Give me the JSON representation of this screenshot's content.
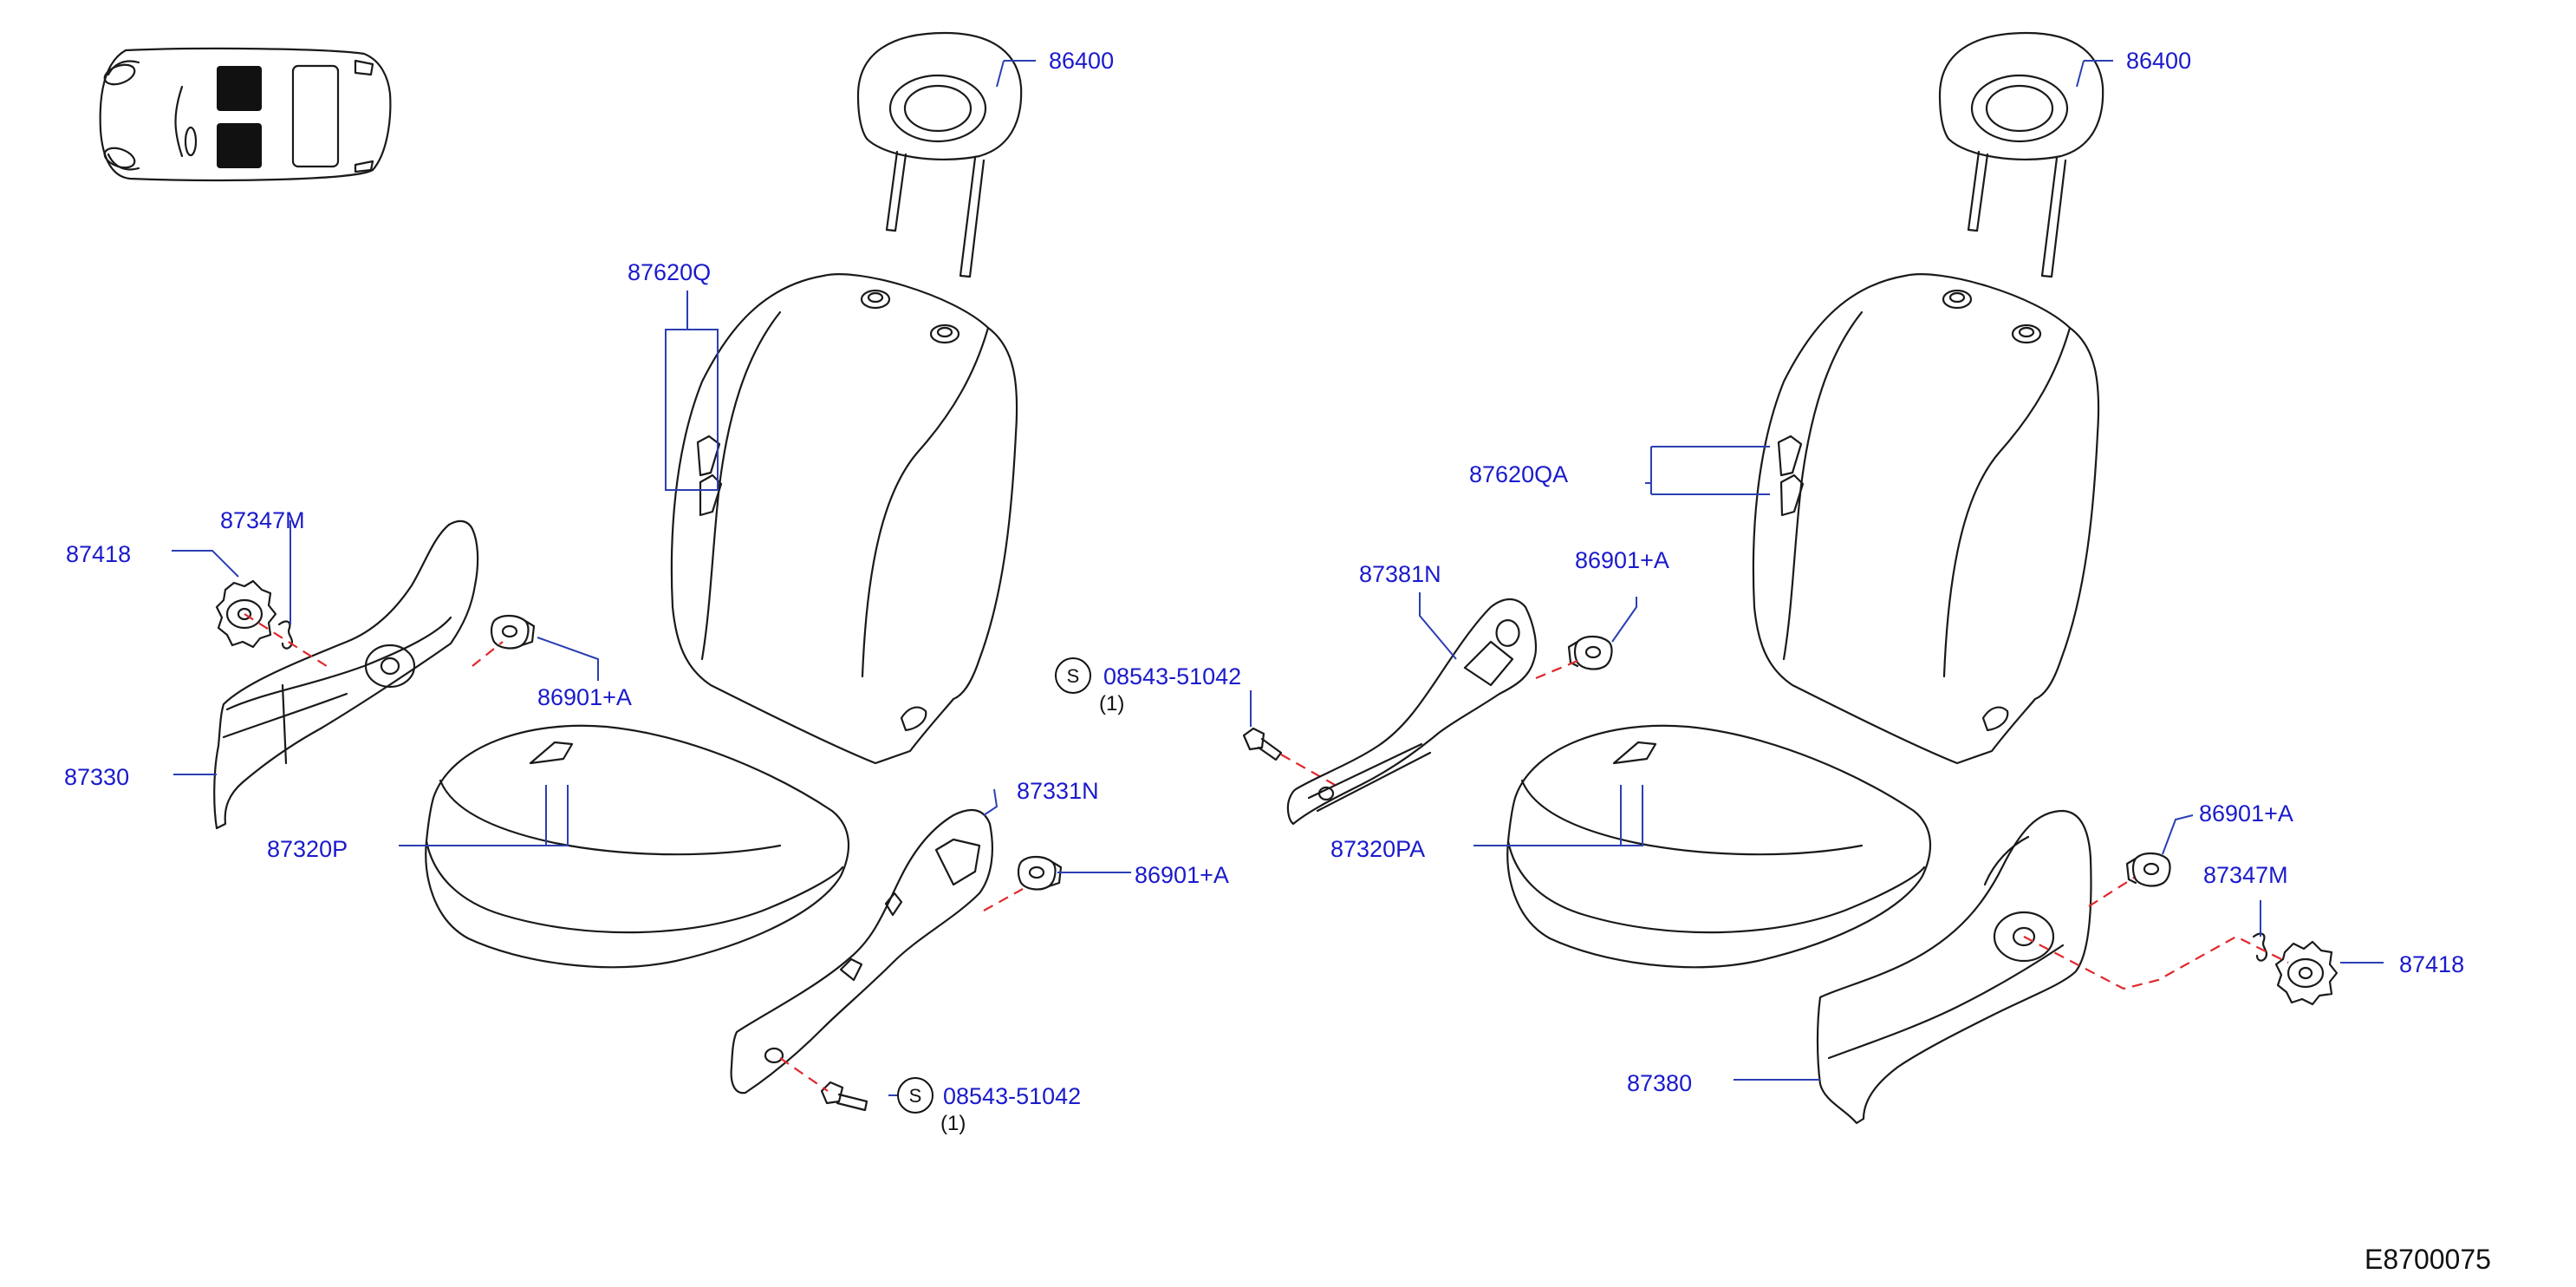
{
  "labels": {
    "headrest_left": "86400",
    "headrest_right": "86400",
    "back_trim_left": "87620Q",
    "back_trim_right": "87620QA",
    "knob_left": "87418",
    "clip_knob_left": "87347M",
    "finisher_left": "87330",
    "clip_left_outer": "86901+A",
    "cushion_trim_left": "87320P",
    "finisher_inner_left": "87331N",
    "clip_left_inner": "86901+A",
    "bolt_center": "08543-51042",
    "bolt_center_qty": "(1)",
    "bolt_left": "08543-51042",
    "bolt_left_qty": "(1)",
    "finisher_inner_right": "87381N",
    "clip_right_inner": "86901+A",
    "cushion_trim_right": "87320PA",
    "clip_right_outer": "86901+A",
    "clip_knob_right": "87347M",
    "knob_right": "87418",
    "finisher_right": "87380"
  },
  "symbol_s": "S",
  "diagram_code": "E8700075"
}
